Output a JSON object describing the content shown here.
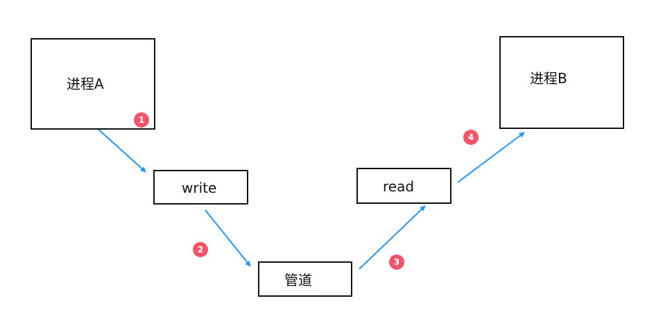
{
  "diagram": {
    "process_a": {
      "label": "进程A"
    },
    "process_b": {
      "label": "进程B"
    },
    "write": {
      "label": "write"
    },
    "read": {
      "label": "read"
    },
    "pipe": {
      "label": "管道"
    },
    "steps": [
      "1",
      "2",
      "3",
      "4"
    ],
    "colors": {
      "arrow": "#2196f3",
      "badge": "#f0556a",
      "border": "#111111"
    }
  }
}
